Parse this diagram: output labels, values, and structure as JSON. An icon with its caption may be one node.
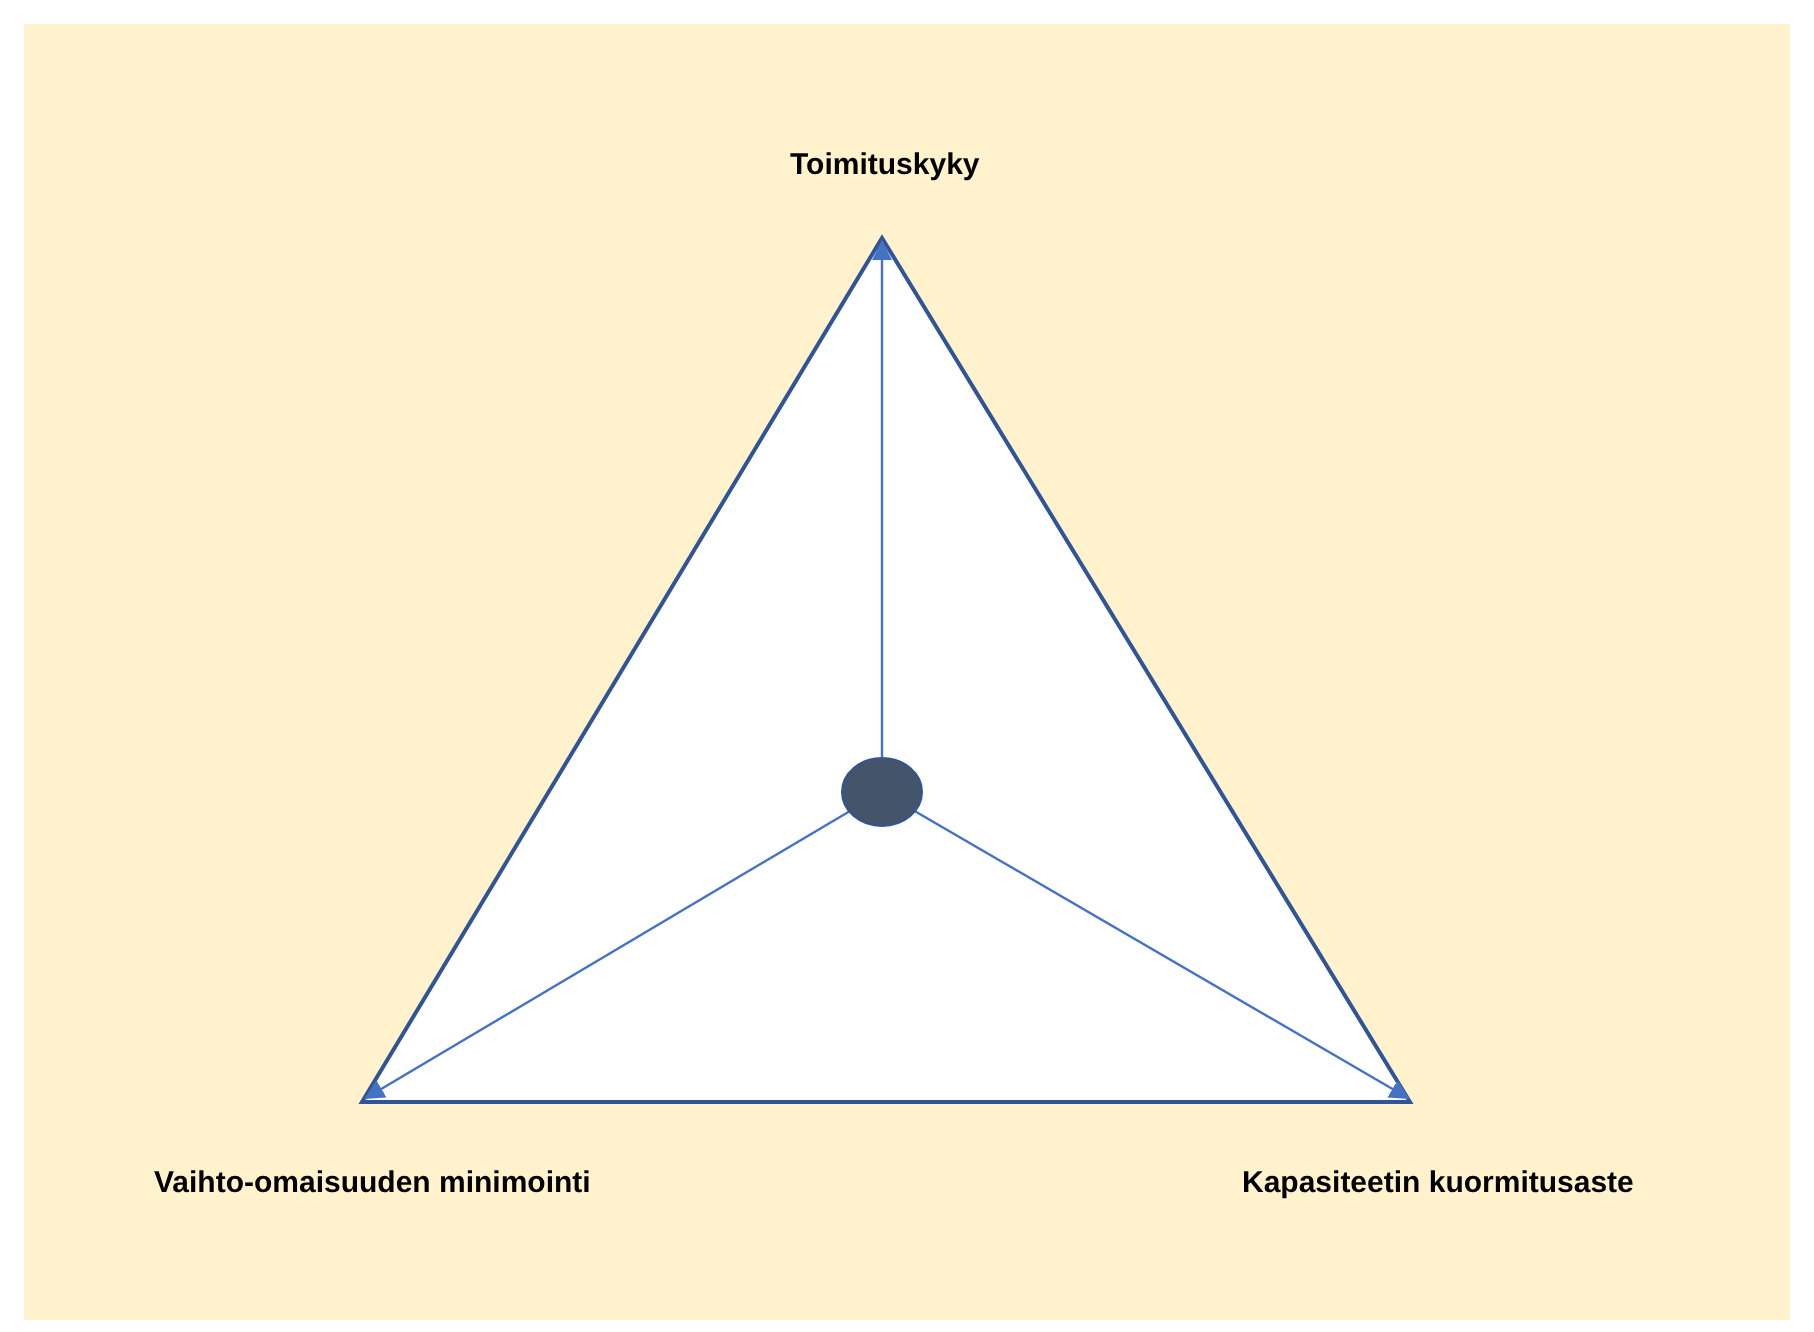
{
  "diagram": {
    "nodes": [
      {
        "text": [
          "Toimituskyky"
        ]
      },
      {
        "text": [],
        "shape": "circle"
      },
      {
        "text": [
          "Vaihto-omaisuuden minimointi"
        ]
      },
      {
        "text": [
          "Kapasiteetin kuormitusaste"
        ]
      }
    ],
    "edges": [
      {
        "from": 1,
        "to": 0,
        "arrow": "to"
      },
      {
        "from": 1,
        "to": 2,
        "arrow": "to"
      },
      {
        "from": 1,
        "to": 3,
        "arrow": "to"
      }
    ]
  }
}
